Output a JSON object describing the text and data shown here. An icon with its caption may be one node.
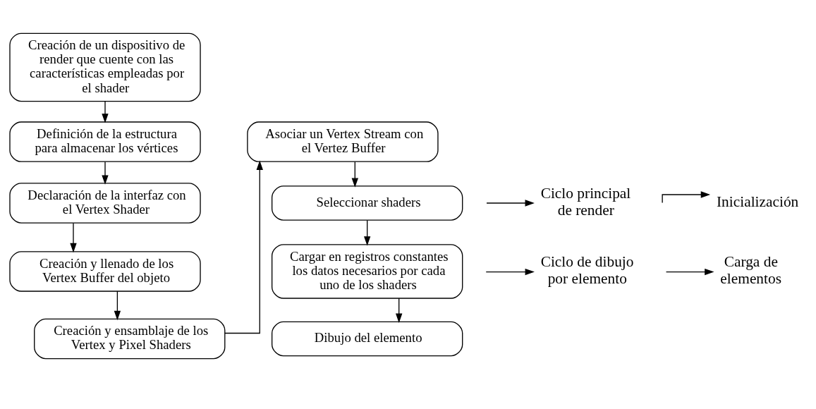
{
  "diagram": {
    "nodes": [
      {
        "text": [
          "Creación de un dispositivo de render que cuente con las características empleadas por el shader"
        ]
      },
      {
        "text": [
          "Definición de la estructura para almacenar los vértices"
        ]
      },
      {
        "text": [
          "Declaración de la interfaz con el Vertex Shader"
        ]
      },
      {
        "text": [
          "Creación y llenado de los Vertex Buffer del objeto"
        ]
      },
      {
        "text": [
          "Creación y ensamblaje de los Vertex y Pixel Shaders"
        ]
      },
      {
        "text": [
          "Asociar un Vertex Stream con el Vertez Buffer"
        ]
      },
      {
        "text": [
          "Seleccionar shaders"
        ]
      },
      {
        "text": [
          "Cargar en registros constantes los datos necesarios por cada uno de los shaders"
        ]
      },
      {
        "text": [
          "Dibujo del elemento"
        ]
      },
      {
        "text": [
          "Inicialización"
        ]
      },
      {
        "text": [
          "Carga de elementos"
        ]
      },
      {
        "text": [
          "Ciclo de dibujo por elemento"
        ]
      },
      {
        "text": [
          "Ciclo principal de render"
        ]
      }
    ],
    "edges": [
      {
        "from": 0,
        "to": 1,
        "arrow": "to"
      },
      {
        "from": 1,
        "to": 2,
        "arrow": "to"
      },
      {
        "from": 2,
        "to": 3,
        "arrow": "to"
      },
      {
        "from": 3,
        "to": 4,
        "arrow": "to"
      },
      {
        "from": 4,
        "to": 5,
        "arrow": "to"
      },
      {
        "from": 5,
        "to": 6,
        "arrow": "to"
      },
      {
        "from": 6,
        "to": 7,
        "arrow": "to"
      },
      {
        "from": 7,
        "to": 8,
        "arrow": "to"
      },
      {
        "from": null,
        "to": 9,
        "arrow": "to"
      },
      {
        "from": null,
        "to": 10,
        "arrow": "to"
      },
      {
        "from": null,
        "to": 11,
        "arrow": "to"
      },
      {
        "from": null,
        "to": 12,
        "arrow": "to"
      }
    ]
  }
}
